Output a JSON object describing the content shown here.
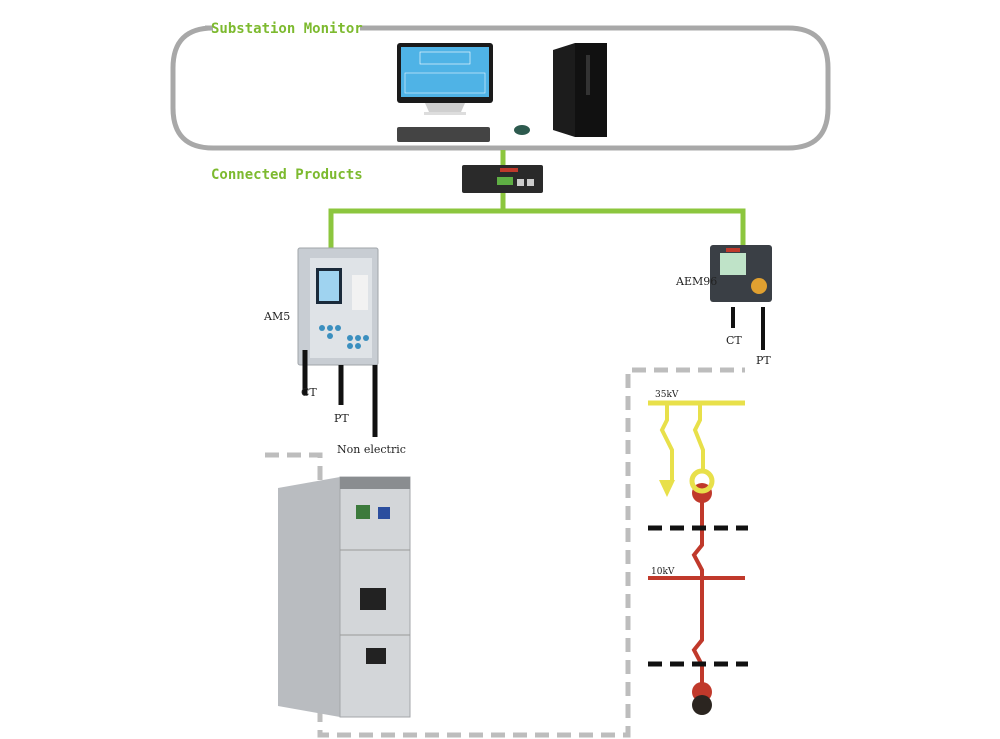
{
  "titles": {
    "monitor_group": "Substation Monitor",
    "connected_group": "Connected Products"
  },
  "devices": {
    "am5": {
      "label": "AM5",
      "ct": "CT",
      "pt": "PT",
      "non_electric": "Non electric"
    },
    "aem96": {
      "label": "AEM96",
      "ct": "CT",
      "pt": "PT"
    }
  },
  "single_line": {
    "bus_high": "35kV",
    "bus_low": "10kV"
  },
  "colors": {
    "network_line": "#8cc63e",
    "title_text": "#7dba2f",
    "frame": "#a8a8a8",
    "high_voltage": "#e8e04a",
    "low_voltage": "#c0392b"
  }
}
